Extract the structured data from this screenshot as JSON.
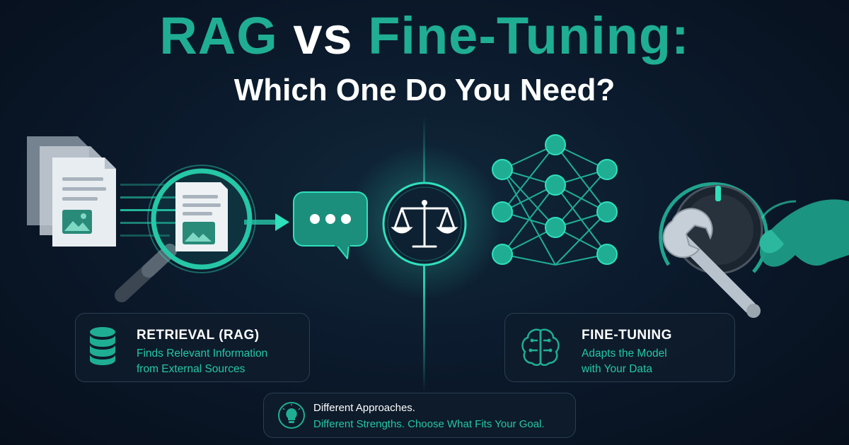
{
  "header": {
    "title_part1": "RAG",
    "title_part2": " vs ",
    "title_part3": "Fine-Tuning:",
    "subtitle": "Which One Do You Need?"
  },
  "rag_card": {
    "title": "RETRIEVAL (RAG)",
    "line1": "Finds Relevant Information",
    "line2": "from External Sources"
  },
  "ft_card": {
    "title": "FINE-TUNING",
    "line1": "Adapts the Model",
    "line2": "with Your Data"
  },
  "tip": {
    "line1": "Different Approaches.",
    "line2": "Different Strengths. Choose What Fits Your Goal."
  },
  "colors": {
    "accent": "#1fae94",
    "accent_bright": "#25c7a7",
    "background": "#0b1a2c",
    "text": "#ffffff"
  },
  "icons": [
    "document-stack-icon",
    "magnifier-icon",
    "arrow-right-icon",
    "chat-bubble-icon",
    "balance-scale-icon",
    "neural-network-icon",
    "dial-knob-icon",
    "wrench-icon",
    "hand-icon",
    "database-icon",
    "brain-icon",
    "lightbulb-icon"
  ]
}
